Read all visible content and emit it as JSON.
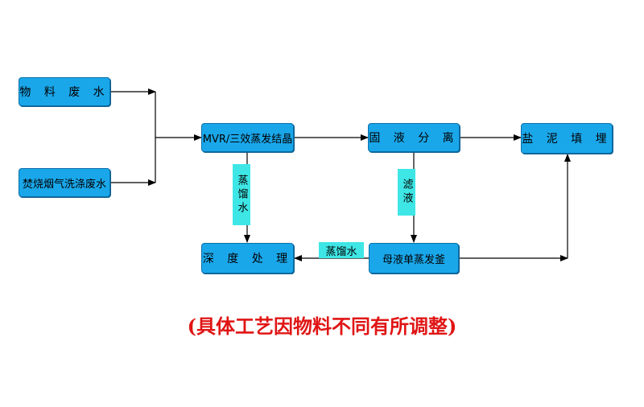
{
  "nodes": {
    "material_wastewater": "物 料 废 水",
    "flue_gas_wastewater": "焚烧烟气洗涤废水",
    "mvr_evaporation": "MVR/三效蒸发结晶",
    "solid_liquid_separation": "固 液 分 离",
    "salt_mud_landfill": "盐 泥 填 埋",
    "deep_treatment": "深 度 处 理",
    "mother_liquor_evaporator": "母液单蒸发釜"
  },
  "edge_labels": {
    "distilled_water_1": "蒸馏水",
    "filtrate": "滤液",
    "distilled_water_2": "蒸馏水"
  },
  "note": "(具体工艺因物料不同有所调整)",
  "colors": {
    "node_fill": "#1aa7ea",
    "label_fill": "#3fe6e6",
    "note_text": "#e01515",
    "arrow": "#000000"
  }
}
